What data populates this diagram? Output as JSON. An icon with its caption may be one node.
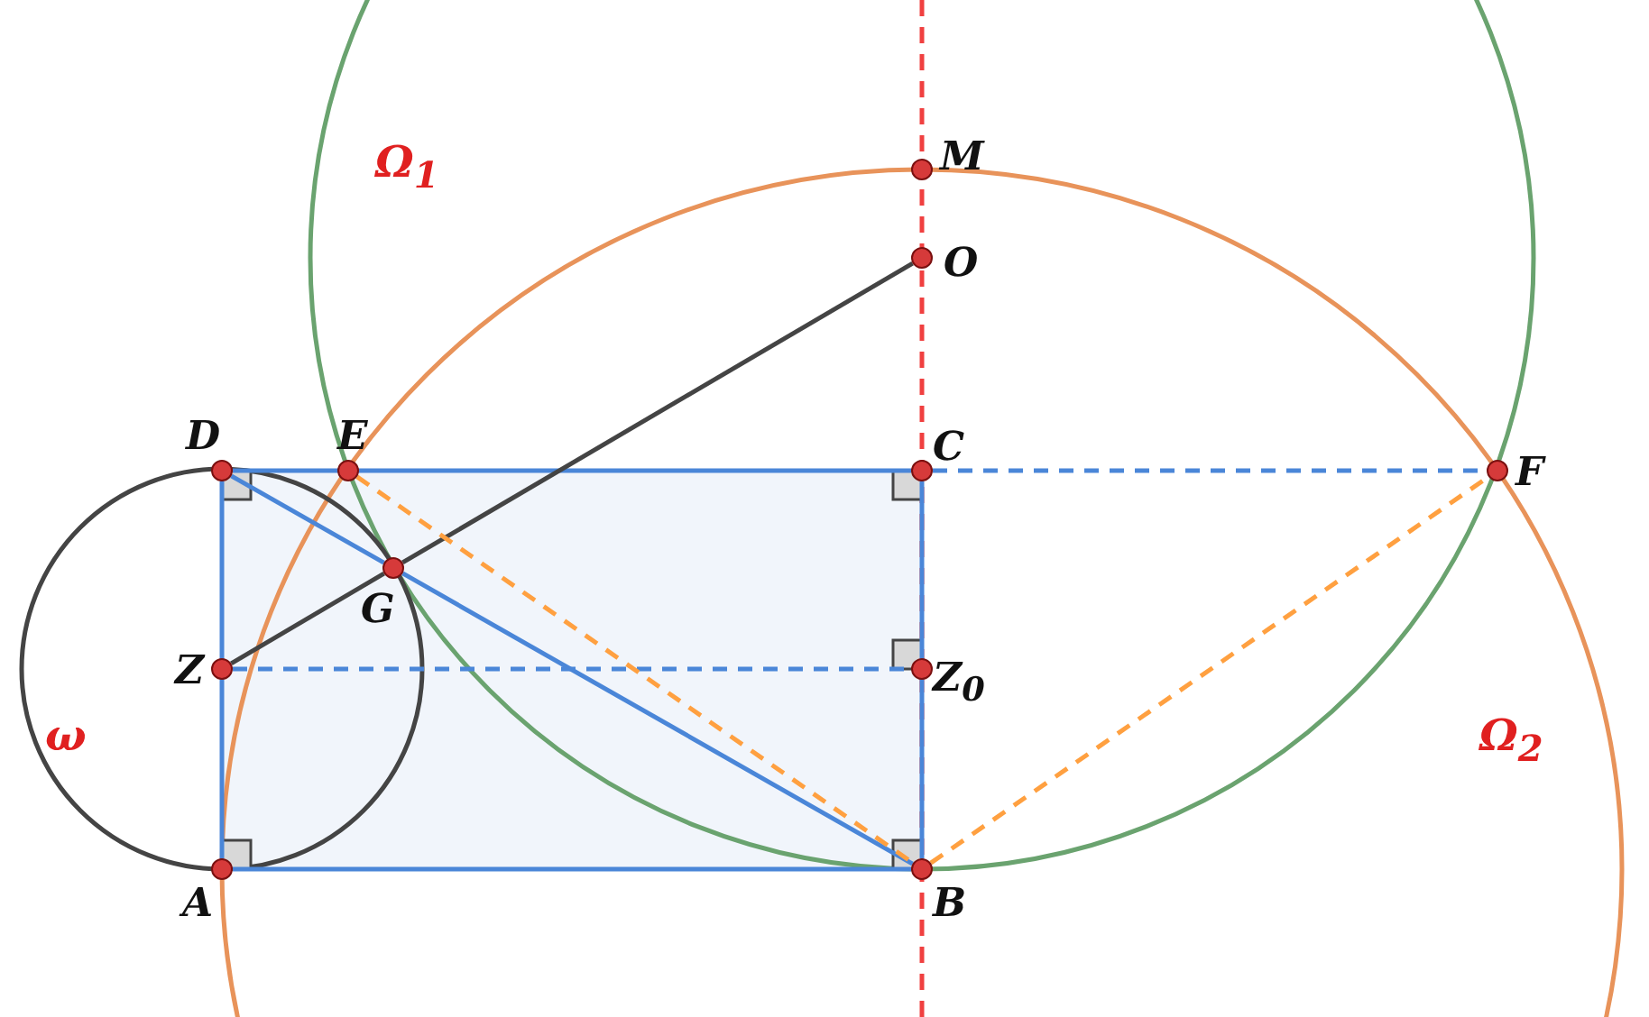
{
  "diagram": {
    "nodes": [
      {
        "text": [
          "M"
        ]
      },
      {
        "text": [
          "O"
        ]
      },
      {
        "text": [
          "D"
        ]
      },
      {
        "text": [
          "E"
        ]
      },
      {
        "text": [
          "C"
        ]
      },
      {
        "text": [
          "F"
        ]
      },
      {
        "text": [
          "G"
        ]
      },
      {
        "text": [
          "Z"
        ]
      },
      {
        "text": [
          "Z$_{0}$"
        ]
      },
      {
        "text": [
          "A"
        ]
      },
      {
        "text": [
          "B"
        ]
      }
    ],
    "edges": [
      {
        "from": 2,
        "to": 4,
        "arrow": "none"
      },
      {
        "from": 4,
        "to": 10,
        "arrow": "none"
      },
      {
        "from": 9,
        "to": 10,
        "arrow": "none"
      },
      {
        "from": 2,
        "to": 9,
        "arrow": "none"
      },
      {
        "from": 2,
        "to": 6,
        "arrow": "none"
      },
      {
        "from": 6,
        "to": 10,
        "arrow": "none"
      },
      {
        "from": 7,
        "to": 6,
        "arrow": "none",
        "color": "#444444"
      },
      {
        "from": 6,
        "to": 1,
        "arrow": "none",
        "color": "#444444"
      },
      {
        "from": 7,
        "to": 8,
        "arrow": "none",
        "style": "dashed"
      },
      {
        "from": 4,
        "to": 5,
        "arrow": "none",
        "style": "dashed"
      },
      {
        "from": 3,
        "to": 10,
        "arrow": "none",
        "style": "dashed",
        "color": "#ffa040"
      },
      {
        "from": 10,
        "to": 5,
        "arrow": "none",
        "style": "dashed",
        "color": "#ffa040"
      }
    ],
    "labels": [
      "Ω$_{1}$",
      "ω",
      "Ω$_{2}$"
    ]
  }
}
